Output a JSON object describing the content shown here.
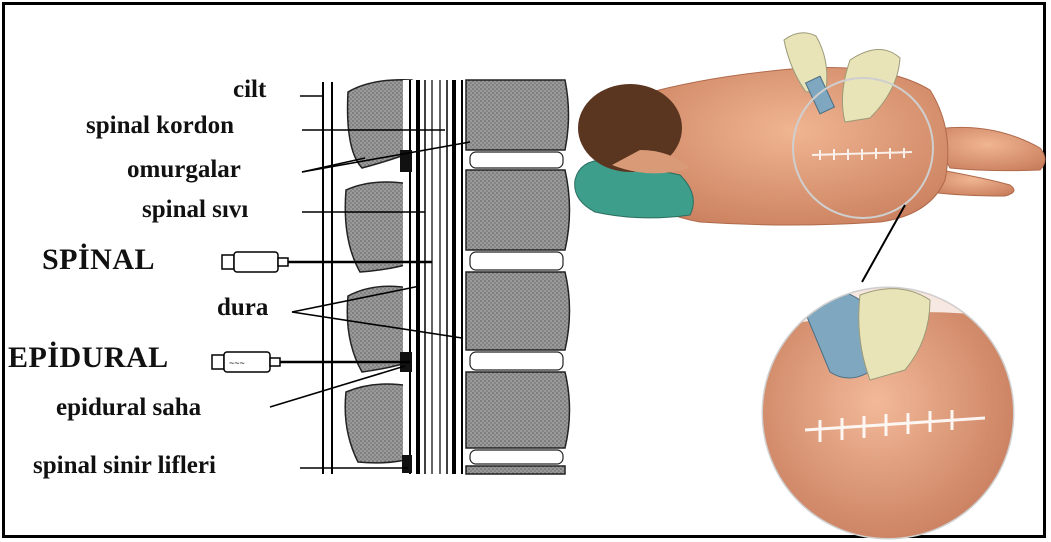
{
  "labels": {
    "cilt": "cilt",
    "spinal_kordon": "spinal kordon",
    "omurgalar": "omurgalar",
    "spinal_sivi": "spinal sıvı",
    "spinal": "SPİNAL",
    "dura": "dura",
    "epidural": "EPİDURAL",
    "epidural_saha": "epidural saha",
    "spinal_sinir_lifleri": "spinal sinir lifleri"
  },
  "colors": {
    "frame": "#000000",
    "bone": "#8c8c8c",
    "disc": "#ffffff",
    "skin": "#e2a07c",
    "skin_shadow": "#c27a5a",
    "hair": "#5a3520",
    "pillow": "#3e9e8c",
    "glove": "#e8e4b8"
  },
  "icons": {
    "syringe_spinal": "syringe-icon",
    "syringe_epidural": "syringe-icon",
    "patient": "patient-illustration",
    "magnifier": "magnified-spine-illustration"
  }
}
